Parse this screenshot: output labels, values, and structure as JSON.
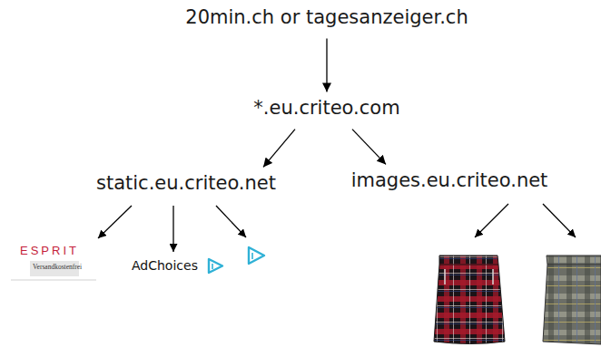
{
  "diagram": {
    "nodes": [
      {
        "text": [
          "20min.ch or tagesanzeiger.ch"
        ]
      },
      {
        "text": [
          "*.eu.criteo.com"
        ]
      },
      {
        "text": [
          "static.eu.criteo.net"
        ]
      },
      {
        "text": [
          "images.eu.criteo.net"
        ]
      }
    ],
    "edges": [
      {
        "from": 0,
        "to": 1,
        "arrow": "to"
      },
      {
        "from": 1,
        "to": 2,
        "arrow": "to"
      },
      {
        "from": 1,
        "to": 3,
        "arrow": "to"
      }
    ],
    "labels": [
      "ESPRIT",
      "Versandkostenfrei",
      "AdChoices"
    ]
  }
}
